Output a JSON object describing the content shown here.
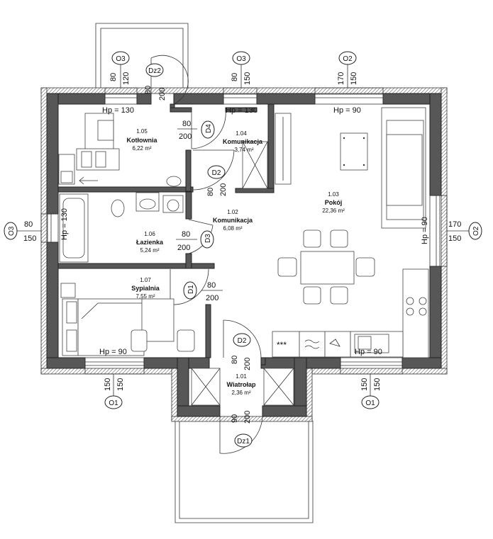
{
  "rooms": {
    "r101": {
      "id": "1.01",
      "name": "Wiatrołap",
      "area": "2,36 m²"
    },
    "r102": {
      "id": "1.02",
      "name": "Komunikacja",
      "area": "6,08 m²"
    },
    "r103": {
      "id": "1.03",
      "name": "Pokój",
      "area": "22,36 m²"
    },
    "r104": {
      "id": "1.04",
      "name": "Komunikacja",
      "area": "3,74 m²"
    },
    "r105": {
      "id": "1.05",
      "name": "Kotłownia",
      "area": "6,22 m²"
    },
    "r106": {
      "id": "1.06",
      "name": "Łazienka",
      "area": "5,24 m²"
    },
    "r107": {
      "id": "1.07",
      "name": "Sypialnia",
      "area": "7,55 m²"
    }
  },
  "doors": {
    "dz2": {
      "label": "Dz2",
      "w": "80",
      "h": "200"
    },
    "dz1": {
      "label": "Dz1",
      "w": "90",
      "h": "200"
    },
    "d4": {
      "label": "D4",
      "w": "80",
      "h": "200"
    },
    "d2a": {
      "label": "D2",
      "w": "80",
      "h": "200"
    },
    "d3": {
      "label": "D3",
      "w": "80",
      "h": "200"
    },
    "d1": {
      "label": "D1",
      "w": "80",
      "h": "200"
    },
    "d2b": {
      "label": "D2",
      "w": "80",
      "h": "200"
    }
  },
  "windows": {
    "o3_top_left": {
      "label": "O3",
      "w": "80",
      "h": "120",
      "hp": "Hp = 130"
    },
    "o3_top_mid": {
      "label": "O3",
      "w": "80",
      "h": "150",
      "hp": "Hp = 130"
    },
    "o2_top": {
      "label": "O2",
      "w": "170",
      "h": "150",
      "hp": "Hp = 90"
    },
    "o3_left": {
      "label": "O3",
      "w": "80",
      "h": "150",
      "hp": "Hp = 130"
    },
    "o2_right": {
      "label": "O2",
      "w": "170",
      "h": "150",
      "hp": "Hp = 90"
    },
    "o1_left": {
      "label": "O1",
      "w": "150",
      "h": "150",
      "hp": "Hp = 90"
    },
    "o1_right": {
      "label": "O1",
      "w": "150",
      "h": "150",
      "hp": "Hp = 90"
    }
  },
  "kitchen_symbols": {
    "sink": "***"
  }
}
